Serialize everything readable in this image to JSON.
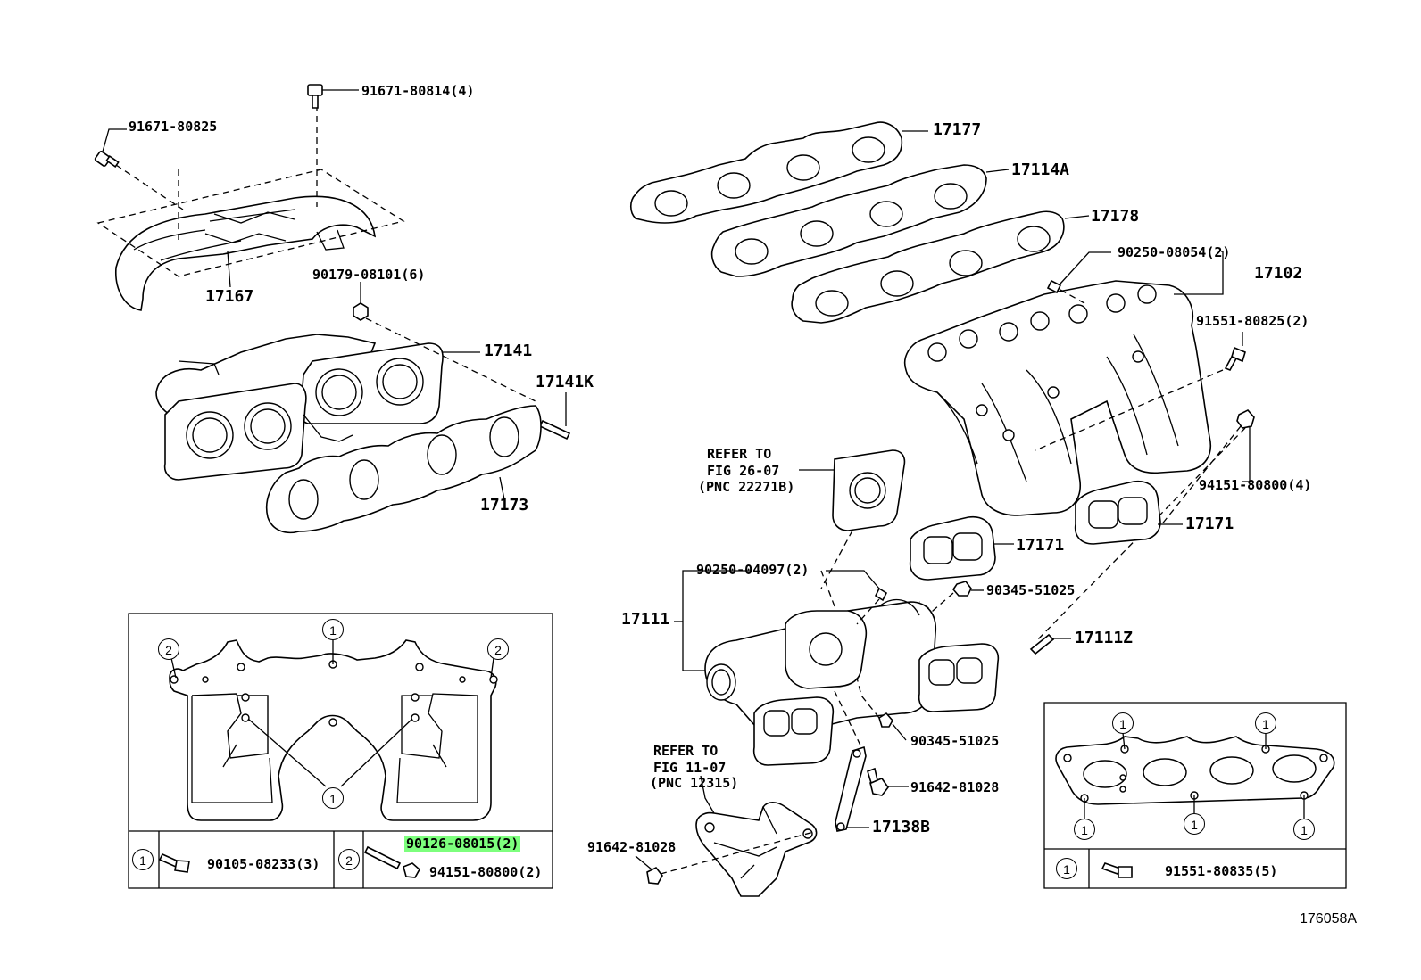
{
  "labels": {
    "p91671_80814": "91671-80814(4)",
    "p91671_80825": "91671-80825",
    "p17167": "17167",
    "p90179_08101": "90179-08101(6)",
    "p17141": "17141",
    "p17141K": "17141K",
    "p17173": "17173",
    "p17177": "17177",
    "p17114A": "17114A",
    "p17178": "17178",
    "p90250_08054": "90250-08054(2)",
    "p17102": "17102",
    "p91551_80825": "91551-80825(2)",
    "p94151_80800_4": "94151-80800(4)",
    "refer1_line1": "REFER TO",
    "refer1_line2": "FIG 26-07",
    "refer1_line3": "(PNC 22271B)",
    "p17171_a": "17171",
    "p17171_b": "17171",
    "p90250_04097": "90250-04097(2)",
    "p90345_51025_a": "90345-51025",
    "p17111": "17111",
    "p17111Z": "17111Z",
    "p90345_51025_b": "90345-51025",
    "refer2_line1": "REFER TO",
    "refer2_line2": "FIG 11-07",
    "refer2_line3": "(PNC 12315)",
    "p91642_81028_a": "91642-81028",
    "p17138B": "17138B",
    "p91642_81028_b": "91642-81028",
    "p90105_08233": "90105-08233(3)",
    "p90126_08015": "90126-08015(2)",
    "p94151_80800_2": "94151-80800(2)",
    "p91551_80835": "91551-80835(5)",
    "diagram_id": "176058A"
  },
  "callouts": {
    "one": "1",
    "two": "2"
  },
  "highlight_color": "#7dff7d"
}
